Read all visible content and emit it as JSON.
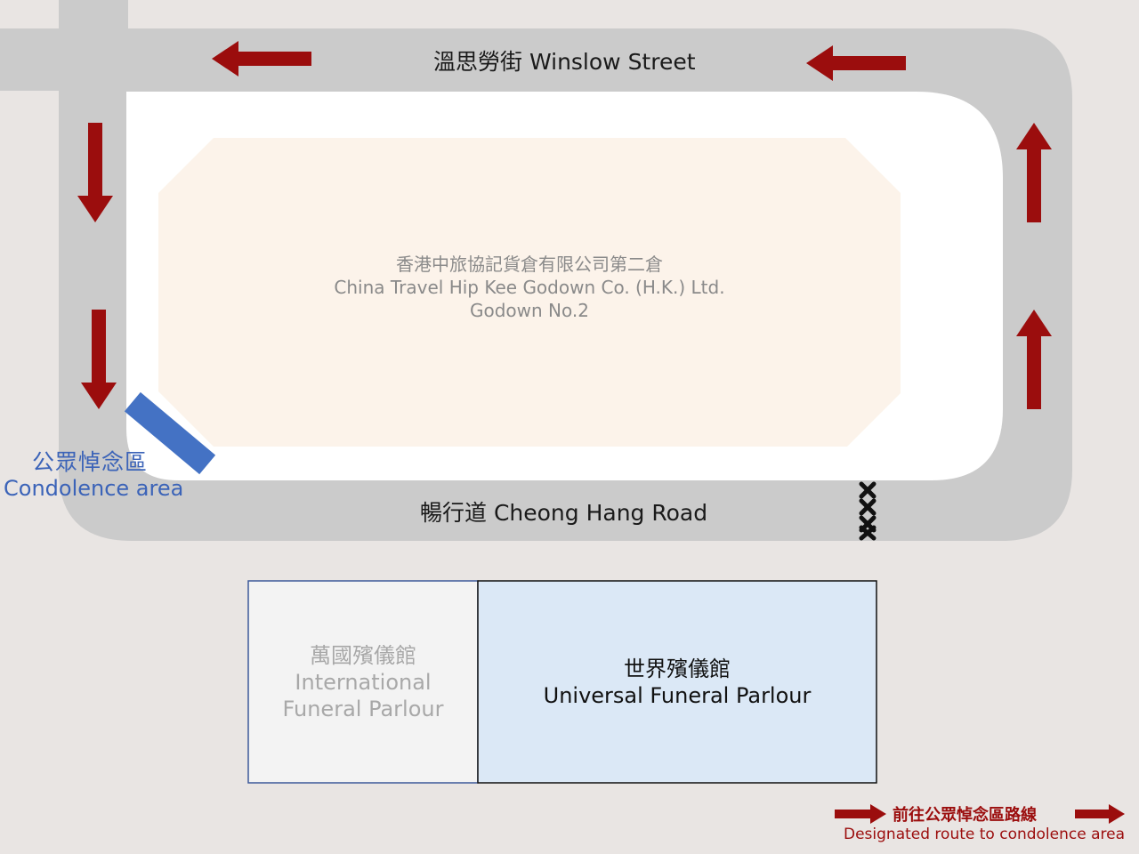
{
  "streets": {
    "winslow": "溫思勞街 Winslow Street",
    "cheong_hang": "暢行道 Cheong Hang Road"
  },
  "godown": {
    "zh": "香港中旅協記貨倉有限公司第二倉",
    "en1": "China Travel Hip Kee Godown Co. (H.K.) Ltd.",
    "en2": "Godown No.2"
  },
  "condolence_area": {
    "zh": "公眾悼念區",
    "en": "Condolence area"
  },
  "international_parlour": {
    "zh": "萬國殯儀館",
    "en1": "International",
    "en2": "Funeral Parlour"
  },
  "universal_parlour": {
    "zh": "世界殯儀館",
    "en": "Universal Funeral Parlour"
  },
  "legend": {
    "zh": "前往公眾悼念區路線",
    "en": "Designated route to condolence area"
  },
  "colors": {
    "road": "#cbcbcb",
    "background": "#e9e5e3",
    "block": "#ffffff",
    "godown": "#fcf3ea",
    "route_arrow": "#9b0d0d",
    "condolence": "#4472c4",
    "international_fill": "#f3f3f3",
    "universal_fill": "#dbe8f6",
    "closure_mark": "#111111"
  },
  "icons": [
    "route-arrow-icon",
    "road-closure-icon"
  ]
}
